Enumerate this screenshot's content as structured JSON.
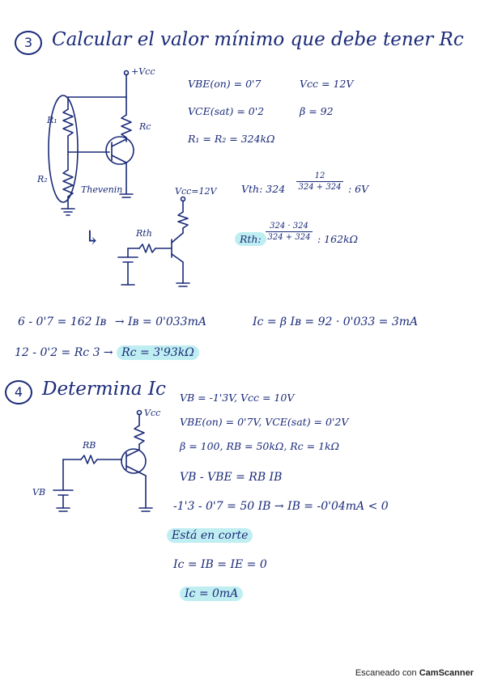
{
  "problem3": {
    "number": "3",
    "title": "Calcular el valor mínimo que debe tener Rc",
    "labels": {
      "vcc_top": "+Vcc",
      "r1": "R₁",
      "r2": "R₂",
      "rc": "Rc",
      "thevenin": "Thevenin",
      "vcc_12": "Vcc=12V",
      "rth": "Rth",
      "arrow": "↳"
    },
    "given": {
      "vbe": "VBE(on) = 0'7",
      "vcc": "Vcc = 12V",
      "vce": "VCE(sat) = 0'2",
      "beta": "β = 92",
      "r": "R₁ = R₂ = 324kΩ"
    },
    "vth": {
      "lhs": "Vth: 324",
      "num": "12",
      "den": "324 + 324",
      "rhs": ": 6V"
    },
    "rth_eq": {
      "lhs": "Rth:",
      "num": "324 · 324",
      "den": "324 + 324",
      "rhs": ": 162kΩ"
    },
    "eq1": "6 - 0'7 = 162 Iʙ",
    "eq1_result": "→ Iʙ = 0'033mA",
    "eq2": "Ic = β Iʙ = 92 · 0'033 = 3mA",
    "eq3": "12 - 0'2 = Rc 3 →",
    "eq3_result": "Rc = 3'93kΩ"
  },
  "problem4": {
    "number": "4",
    "title": "Determina Ic",
    "labels": {
      "vcc": "Vcc",
      "rb": "RB",
      "vb": "VB"
    },
    "given1": "VB = -1'3V,  Vcc = 10V",
    "given2": "VBE(on) = 0'7V,  VCE(sat) = 0'2V",
    "given3": "β = 100,  RB = 50kΩ,  Rc = 1kΩ",
    "eq1": "VB - VBE = RB IB",
    "eq2": "-1'3 - 0'7 = 50 IB → IB = -0'04mA < 0",
    "cut": "Está en corte",
    "eq3": "Ic = IB = IE = 0",
    "result": "Ic = 0mA"
  },
  "footer": {
    "prefix": "Escaneado con",
    "brand": "CamScanner"
  }
}
